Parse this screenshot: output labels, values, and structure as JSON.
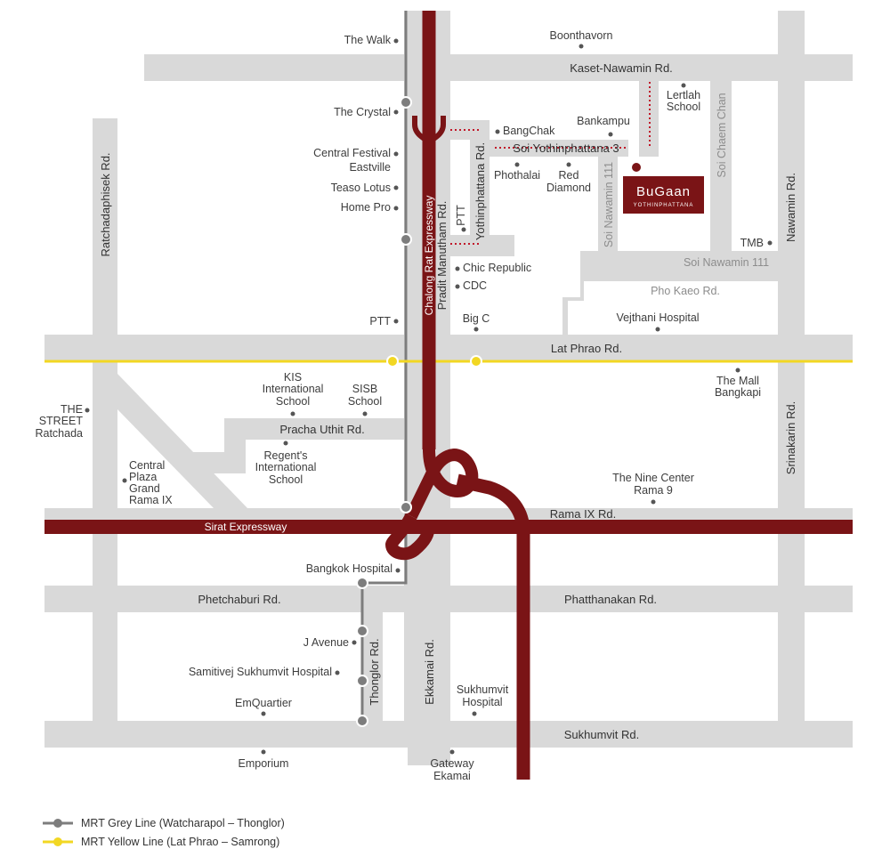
{
  "colors": {
    "road": "#d9d9d9",
    "expressway": "#7a1416",
    "mrt_grey": "#7d7d7d",
    "mrt_yellow": "#f2d723",
    "brand": "#7a1416",
    "text": "#3d3d3d"
  },
  "brand": {
    "name": "BuGaan",
    "sub": "YOTHINPHATTANA"
  },
  "roads": {
    "kaset_nawamin": "Kaset-Nawamin Rd.",
    "soi_yothinphattana_3": "Soi Yothinphattana 3",
    "lat_phrao": "Lat Phrao Rd.",
    "pracha_uthit": "Pracha Uthit Rd.",
    "rama_ix": "Rama IX Rd.",
    "sirat_expressway": "Sirat Expressway",
    "phetchaburi": "Phetchaburi Rd.",
    "phatthanakan": "Phatthanakan Rd.",
    "sukhumvit": "Sukhumvit Rd.",
    "soi_nawamin_111_h": "Soi Nawamin 111",
    "pho_kaeo": "Pho Kaeo Rd.",
    "ratchadaphisek": "Ratchadaphisek Rd.",
    "chalong_rat": "Chalong Rat Expressway",
    "pradit_manutham": "Pradit Manutham Rd.",
    "yothinphattana": "Yothinphattana Rd.",
    "soi_nawamin_111_v": "Soi Nawamin 111",
    "soi_chaem_chan": "Soi Chaem Chan",
    "nawamin": "Nawamin Rd.",
    "srinakarin": "Srinakarin Rd.",
    "thonglor": "Thonglor Rd.",
    "ekkamai": "Ekkamai Rd."
  },
  "places": {
    "the_walk": "The Walk",
    "the_crystal": "The Crystal",
    "central_festival_1": "Central Festival",
    "central_festival_2": "Eastville",
    "teaso_lotus": "Teaso Lotus",
    "home_pro": "Home Pro",
    "ptt_west": "PTT",
    "ptt_mid": "PTT",
    "boonthavorn": "Boonthavorn",
    "bangchak": "BangChak",
    "bankampu": "Bankampu",
    "lertlah_1": "Lertlah",
    "lertlah_2": "School",
    "phothalai": "Phothalai",
    "red_diamond_1": "Red",
    "red_diamond_2": "Diamond",
    "tmb": "TMB",
    "chic_republic": "Chic Republic",
    "cdc": "CDC",
    "big_c": "Big C",
    "vejthani": "Vejthani Hospital",
    "the_mall_1": "The Mall",
    "the_mall_2": "Bangkapi",
    "kis_1": "KIS",
    "kis_2": "International",
    "kis_3": "School",
    "sisb_1": "SISB",
    "sisb_2": "School",
    "the_street_1": "THE",
    "the_street_2": "STREET",
    "the_street_3": "Ratchada",
    "regents_1": "Regent's",
    "regents_2": "International",
    "regents_3": "School",
    "central_plaza_1": "Central",
    "central_plaza_2": "Plaza",
    "central_plaza_3": "Grand",
    "central_plaza_4": "Rama IX",
    "nine_center_1": "The Nine Center",
    "nine_center_2": "Rama 9",
    "bangkok_hospital": "Bangkok Hospital",
    "j_avenue": "J Avenue",
    "samitivej": "Samitivej Sukhumvit Hospital",
    "emquartier": "EmQuartier",
    "sukhumvit_hosp_1": "Sukhumvit",
    "sukhumvit_hosp_2": "Hospital",
    "emporium": "Emporium",
    "gateway_1": "Gateway",
    "gateway_2": "Ekamai"
  },
  "legend": {
    "grey_line": "MRT Grey Line (Watcharapol – Thonglor)",
    "yellow_line": "MRT Yellow Line (Lat Phrao – Samrong)"
  }
}
